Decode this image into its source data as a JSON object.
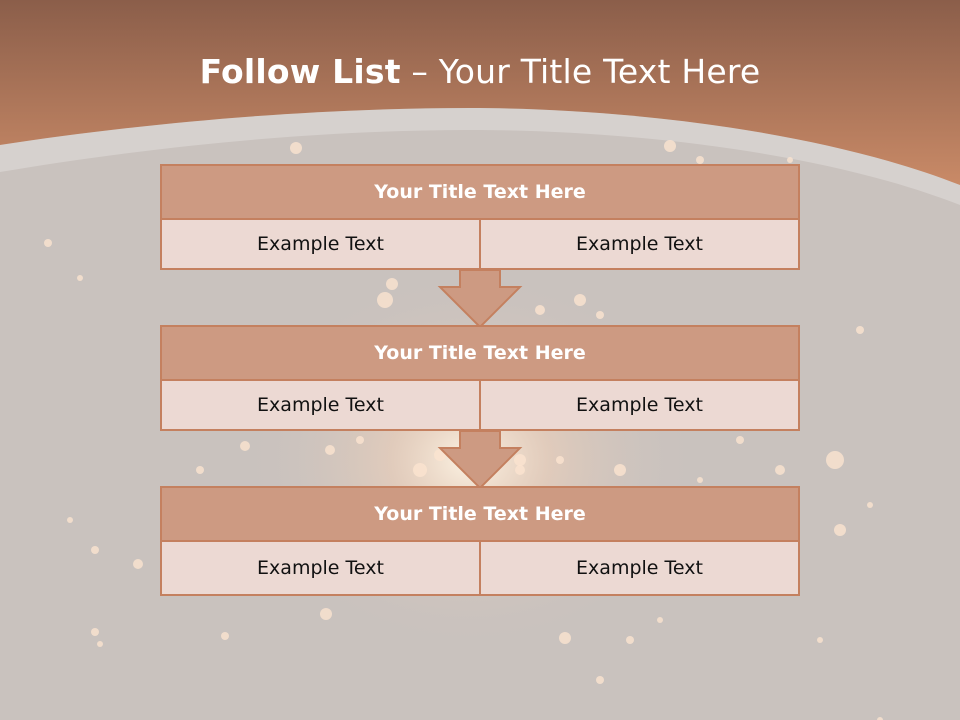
{
  "slide": {
    "title_bold": "Follow List",
    "title_rest": " – Your Title Text Here"
  },
  "blocks": [
    {
      "title": "Your Title Text Here",
      "left": "Example Text",
      "right": "Example Text"
    },
    {
      "title": "Your Title Text Here",
      "left": "Example Text",
      "right": "Example Text"
    },
    {
      "title": "Your Title Text Here",
      "left": "Example Text",
      "right": "Example Text"
    }
  ],
  "colors": {
    "header_top": "#8b5e4a",
    "header_bottom": "#c98a67",
    "background": "#c9c2be",
    "block_title_fill": "#cd9a82",
    "block_cell_fill": "#ecd9d3",
    "block_border": "#c4805f"
  }
}
